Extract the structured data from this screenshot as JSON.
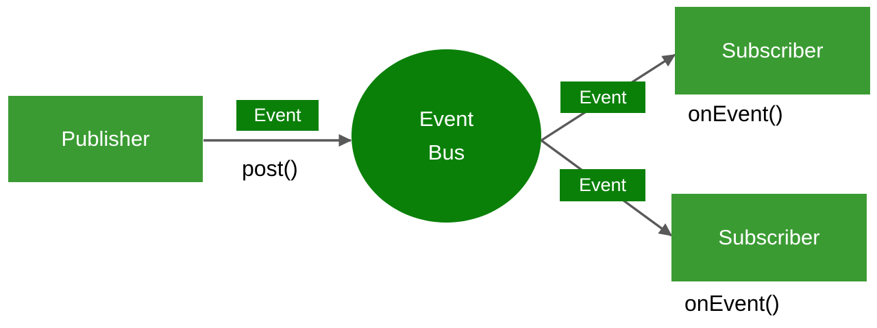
{
  "diagram": {
    "title": "Event Bus publish-subscribe diagram",
    "background": "#ffffff",
    "colors": {
      "node_green": "#3b9b33",
      "bus_green": "#0a8008",
      "chip_green": "#0a8008",
      "arrow_gray": "#595959",
      "node_text": "#ffffff",
      "label_text": "#000000"
    },
    "nodes": {
      "publisher": {
        "label": "Publisher"
      },
      "bus": {
        "line1": "Event",
        "line2": "Bus"
      },
      "subscriber_top": {
        "label": "Subscriber"
      },
      "subscriber_bottom": {
        "label": "Subscriber"
      }
    },
    "chips": {
      "post_event": {
        "label": "Event"
      },
      "top_event": {
        "label": "Event"
      },
      "bottom_event": {
        "label": "Event"
      }
    },
    "labels": {
      "post_method": "post()",
      "onevent_top": "onEvent()",
      "onevent_bottom": "onEvent()"
    },
    "edges": [
      {
        "name": "publisher-to-bus",
        "from": "publisher",
        "to": "bus",
        "chip": "Event",
        "method": "post()",
        "direction": "right"
      },
      {
        "name": "bus-to-subscriber-top",
        "from": "bus",
        "to": "subscriber_top",
        "chip": "Event",
        "method": "onEvent()",
        "direction": "up-right"
      },
      {
        "name": "bus-to-subscriber-bottom",
        "from": "bus",
        "to": "subscriber_bottom",
        "chip": "Event",
        "method": "onEvent()",
        "direction": "down-right"
      }
    ]
  }
}
